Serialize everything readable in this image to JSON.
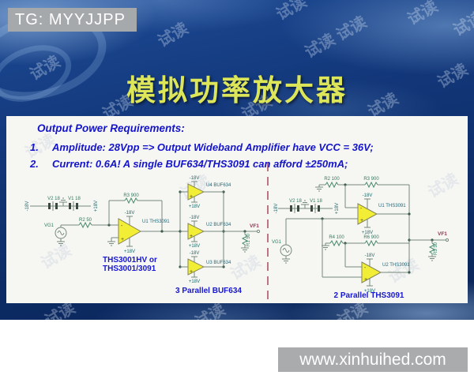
{
  "badge": {
    "text": "TG: MYYJJPP"
  },
  "slide": {
    "title": "模拟功率放大器"
  },
  "requirements": {
    "heading": "Output Power Requirements:",
    "items": [
      {
        "num": "1.",
        "text": "Amplitude: 28Vpp => Output Wideband Amplifier have VCC = 36V;"
      },
      {
        "num": "2.",
        "text": "Current: 0.6A! A single BUF634/THS3091 can afford ±250mA;"
      }
    ]
  },
  "circuit_left": {
    "v2": "V2 18",
    "v1": "V1 18",
    "neg18": "-18V",
    "pos18": "+18V",
    "vg1": "VG1",
    "r2": "R2 50",
    "r3": "R3 900",
    "minus": "-",
    "plus": "+",
    "u1": "U1 THS3091",
    "caption_line1": "THS3001HV or",
    "caption_line2": "THS3001/3091"
  },
  "circuit_mid": {
    "u4": "U4 BUF634",
    "u2": "U2 BUF634",
    "u3": "U3 BUF634",
    "neg18": "-18V",
    "pos18": "+18V",
    "plus": "+",
    "r1": "R1 50",
    "vf1": "VF1",
    "caption": "3 Parallel BUF634"
  },
  "circuit_right": {
    "v2": "V2 18",
    "v1": "V1 18",
    "neg18": "-18V",
    "pos18": "+18V",
    "vg1": "VG1",
    "minus": "-",
    "plus": "+",
    "r2": "R2 100",
    "r3": "R3 900",
    "r4": "R4 100",
    "r6": "R6 900",
    "r5": "R5 50",
    "u1": "U1 THS3091",
    "u2": "U2 THS3091",
    "vf1": "VF1",
    "caption": "2 Parallel THS3091"
  },
  "footer": {
    "url": "www.xinhuihed.com"
  },
  "watermark": {
    "text": "试读"
  },
  "colors": {
    "title_text": "#dde658",
    "requirements_text": "#1414cb",
    "slide_background": "#123678",
    "badge_background": "#a6a9ab",
    "opamp_fill": "#f2ee35",
    "wire": "#75897e",
    "divider_dashed": "#a84a5a",
    "vf1_label": "#9c2f55",
    "footer_background": "#a9abac"
  }
}
